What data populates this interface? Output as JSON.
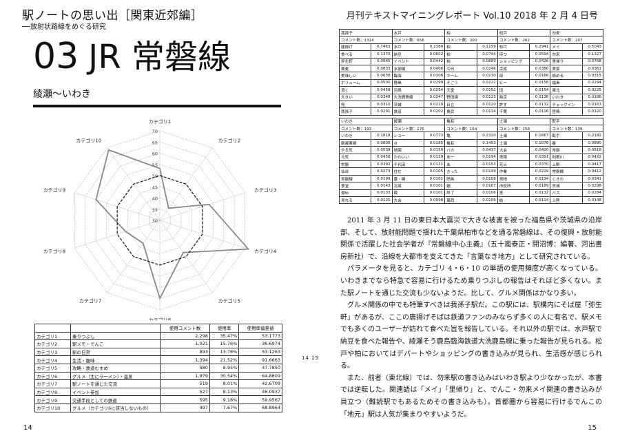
{
  "left": {
    "series_title": "駅ノートの思い出［関東近郊編］",
    "series_subtitle": "──放射状路線をめぐる研究",
    "chapter_number": "03",
    "chapter_name": "JR 常磐線",
    "route": "綾瀬〜いわき",
    "page_number": "14"
  },
  "spread_label": "14  15",
  "chart_data": {
    "type": "radar",
    "axes": [
      "カテゴリ1",
      "カテゴリ2",
      "カテゴリ3",
      "カテゴリ4",
      "カテゴリ5",
      "カテゴリ6",
      "カテゴリ7",
      "カテゴリ8",
      "カテゴリ9",
      "カテゴリ10"
    ],
    "r_ticks": [
      "30",
      "35",
      "40",
      "45",
      "50",
      "55",
      "60",
      "65",
      "70"
    ],
    "rlim": [
      30,
      70
    ],
    "series": [
      {
        "values": [
          53.1773,
          36.6974,
          53.1263,
          91.6663,
          47.785,
          64.8809,
          42.679,
          46.0937,
          59.9567,
          68.8964
        ],
        "style": "solid",
        "color": "#888888"
      },
      {
        "values": [
          50,
          50,
          50,
          50,
          50,
          50,
          50,
          50,
          50,
          50
        ],
        "style": "dashed",
        "color": "#111111"
      }
    ]
  },
  "usage_table": {
    "headers": [
      "",
      "",
      "使用コメント数",
      "使用率",
      "使用率偏差値"
    ],
    "rows": [
      [
        "カテゴリ1",
        "乗りつぶし",
        "2,298",
        "35.47%",
        "53.1773"
      ],
      [
        "カテゴリ2",
        "駅メモ・でんこ",
        "1,021",
        "15.76%",
        "36.6974"
      ],
      [
        "カテゴリ3",
        "駅の日常",
        "893",
        "13.78%",
        "53.1263"
      ],
      [
        "カテゴリ4",
        "生活・趣味",
        "1,394",
        "21.52%",
        "91.6663"
      ],
      [
        "カテゴリ5",
        "攻略・鉄道むすめ",
        "580",
        "8.95%",
        "47.7850"
      ],
      [
        "カテゴリ6",
        "グルメ（主にラーメン）・温泉",
        "1,979",
        "30.54%",
        "64.8809"
      ],
      [
        "カテゴリ7",
        "駅ノートを通じた交流",
        "519",
        "8.01%",
        "42.6709"
      ],
      [
        "カテゴリ8",
        "イベント参加",
        "527",
        "8.13%",
        "46.0937"
      ],
      [
        "カテゴリ9",
        "交通手段としての鉄道",
        "595",
        "9.18%",
        "59.9567"
      ],
      [
        "カテゴリ10",
        "グルメ（カテゴリ6に該当しないもの）",
        "497",
        "7.67%",
        "68.8964"
      ]
    ]
  },
  "right": {
    "issue": "月刊テキストマイニングレポート Vol.10 2018 年 2 月 4 日号",
    "page_number": "15",
    "word_tables": [
      {
        "stations": [
          "我孫子",
          "水戸",
          "柏",
          "松戸",
          "勿来"
        ],
        "counts": [
          "コメント数：1314",
          "コメント数：656",
          "コメント数：300",
          "コメント数：262",
          "コメント数：207"
        ],
        "rows": [
          [
            [
              "唐揚げ",
              "0.7463"
            ],
            [
              "水戸",
              "0.2380"
            ],
            [
              "柏",
              "0.1159"
            ],
            [
              "松戸",
              "0.2941"
            ],
            [
              "メイ",
              "0.5043"
            ]
          ],
          [
            [
              "食べる",
              "0.1370"
            ],
            [
              "納豆",
              "0.0602"
            ],
            [
              "柏",
              "0.0744"
            ],
            [
              "待つ",
              "0.0594"
            ],
            [
              "勿来",
              "0.1327"
            ]
          ],
          [
            [
              "弥生軒",
              "0.0945"
            ],
            [
              "イベント",
              "0.0442"
            ],
            [
              "柏",
              "0.0660"
            ],
            [
              "ショッピング",
              "0.0426"
            ],
            [
              "里帰り",
              "0.0768"
            ]
          ],
          [
            [
              "蕎麦",
              "0.0833"
            ],
            [
              "水部線",
              "0.0408"
            ],
            [
              "今日",
              "0.0246"
            ],
            [
              "京成",
              "0.0380"
            ],
            [
              "実家",
              "0.0361"
            ]
          ],
          [
            [
              "美味しい",
              "0.0638"
            ],
            [
              "臨海",
              "0.0306"
            ],
            [
              "ホーム",
              "0.0230"
            ],
            [
              "部",
              "0.0166"
            ],
            [
              "読める",
              "0.0315"
            ]
          ],
          [
            [
              "ボリューム",
              "0.0500"
            ],
            [
              "鹿島",
              "0.0299"
            ],
            [
              "そごう",
              "0.0222"
            ],
            [
              "ビー",
              "0.0158"
            ],
            [
              "福島",
              "0.0294"
            ]
          ],
          [
            [
              "頂く",
              "0.0458"
            ],
            [
              "羽鳥",
              "0.0254"
            ],
            [
              "天皇",
              "0.0152"
            ],
            [
              "田",
              "0.0154"
            ],
            [
              "東北",
              "0.0225"
            ]
          ],
          [
            [
              "大きい",
              "0.0348"
            ],
            [
              "大洗鹿島線",
              "0.0247"
            ],
            [
              "野田線",
              "0.0123"
            ],
            [
              "新京",
              "0.0136"
            ],
            [
              "いわき",
              "0.0186"
            ]
          ],
          [
            [
              "兜",
              "0.0310"
            ],
            [
              "茨城",
              "0.0229"
            ],
            [
              "日立",
              "0.0120"
            ],
            [
              "許す",
              "0.0132"
            ],
            [
              "チェックイン",
              "0.0163"
            ]
          ],
          [
            [
              "我孫子",
              "0.0291"
            ],
            [
              "鉄道",
              "0.0202"
            ],
            [
              "東武",
              "0.0114"
            ],
            [
              "千葉",
              "0.0116"
            ],
            [
              "昼鳴",
              "0.0120"
            ]
          ]
        ]
      },
      {
        "stations": [
          "いわき",
          "綾瀬",
          "亀有",
          "土浦",
          "取手"
        ],
        "counts": [
          "コメント数：193",
          "コメント数：176",
          "コメント数：164",
          "コメント数：158",
          "コメント数：139"
        ],
        "rows": [
          [
            [
              "いわき",
              "0.1818"
            ],
            [
              "ショー",
              "0.0773"
            ],
            [
              "亀",
              "0.2320"
            ],
            [
              "土浦",
              "0.1667"
            ],
            [
              "取手",
              "0.2182"
            ]
          ],
          [
            [
              "磐越東線",
              "0.0808"
            ],
            [
              "々",
              "0.0185"
            ],
            [
              "亀有",
              "0.1453"
            ],
            [
              "土浦",
              "0.1078"
            ],
            [
              "春",
              "0.0890"
            ]
          ],
          [
            [
              "やる気",
              "0.0539"
            ],
            [
              "地図",
              "0.0150"
            ],
            [
              "バカ",
              "0.0437"
            ],
            [
              "大会",
              "0.0420"
            ],
            [
              "常磐",
              "0.0518"
            ]
          ],
          [
            [
              "元気",
              "0.0458"
            ],
            [
              "かわいい",
              "0.0139"
            ],
            [
              "あー",
              "0.0194"
            ],
            [
              "常陽",
              "0.0391"
            ],
            [
              "利根川",
              "0.0422"
            ]
          ],
          [
            [
              "常磐",
              "0.0392"
            ],
            [
              "千代田",
              "0.0131"
            ],
            [
              "あ",
              "0.0153"
            ],
            [
              "花火",
              "0.0370"
            ],
            [
              "上野",
              "0.0417"
            ]
          ],
          [
            [
              "仙台",
              "0.0273"
            ],
            [
              "住む",
              "0.0105"
            ],
            [
              "きった",
              "0.0149"
            ],
            [
              "作業",
              "0.0219"
            ],
            [
              "常磐線",
              "0.0412"
            ]
          ],
          [
            [
              "常磐線",
              "0.0199"
            ],
            [
              "嚢・関",
              "0.0101"
            ],
            [
              "除画",
              "0.0108"
            ],
            [
              "貨物",
              "0.0194"
            ],
            [
              "ときわ",
              "0.0341"
            ]
          ],
          [
            [
              "食堂",
              "0.0143"
            ],
            [
              "北綾",
              "0.0101"
            ],
            [
              "題",
              "0.0107"
            ],
            [
              "市役所",
              "0.0189"
            ],
            [
              "茨城",
              "0.0298"
            ]
          ],
          [
            [
              "潜伝",
              "0.0133"
            ],
            [
              "綾",
              "0.0101"
            ],
            [
              "終了",
              "0.0106"
            ],
            [
              "意",
              "0.0132"
            ],
            [
              "バス",
              "0.0284"
            ]
          ],
          [
            [
              "見れる",
              "0.0125"
            ],
            [
              "大会",
              "0.0098"
            ],
            [
              "葛西",
              "0.0106"
            ],
            [
              "結",
              "0.0114"
            ],
            [
              "上陸",
              "0.0148"
            ]
          ]
        ]
      }
    ],
    "paragraphs": [
      "2011 年 3 月 11 日の東日本大震災で大きな被害を被った福島県や茨城県の沿岸部、そして、放射能問題で揺れた千葉県柏市などを通る常磐線は、その復興・放射能関係で活躍した社会学者が『常磐線中心主義』（五十嵐泰正・開沼博：編著、河出書房新社）で、沿線を大都市を支えてきた「言葉なき地方」として研究されている。",
      "パラメータを見ると、カテゴリ 4・6・10 の単語の使用頻度が高くなっている。いわきまでなら特急で容易に行けるため乗りつぶしの報告はそれほど多くない。また駅ノートを通じた交流も少ないようだ。比して、グルメ関係はかなり多い。",
      "グルメ関係の中でも特筆すべきは我孫子駅だ。この駅には、駅構内にそば屋「弥生軒」があるが、ここの唐揚げそばは鉄道ファンのみならず多くの人に有名で、駅メモでも多くのユーザーが訪れて食べた旨を報告している。それ以外の駅では、水戸駅で納豆を食べた報告や、綾瀬そう鹿島臨海鉄道大洗鹿島線に乗った報告が見られる。松戸や柏においてはデパートやショッピングの書き込みが見られ、生活感が感じられる。",
      "また、前者（東北線）では、勿来駅の書き込みはいわき駅より少なかったが、本書では逆転した。関連語は「メイ」「里帰り」と、でんこ・勿来メイ関連の書き込みが目立つ（難読駅でもあるためその書き込みも）。首都圏から容易に行けるでんこの「地元」駅は人気が集まりやすいようだ。"
    ]
  }
}
